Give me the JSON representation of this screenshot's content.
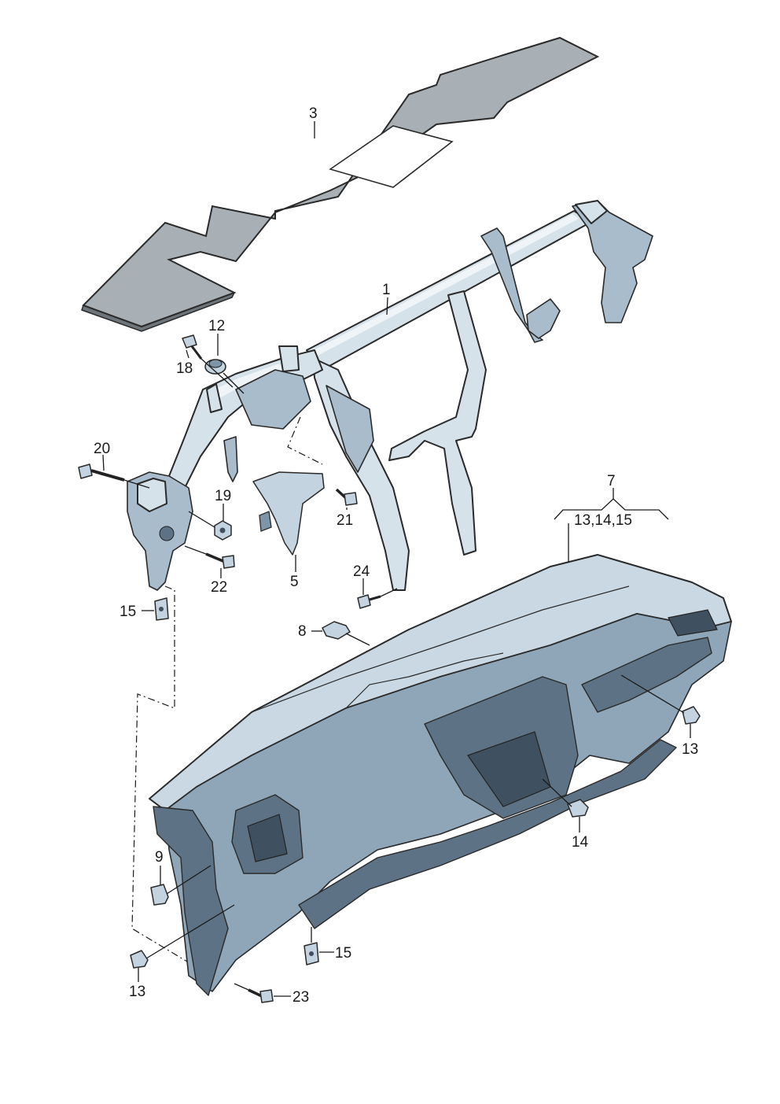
{
  "callouts": {
    "c1": "1",
    "c3": "3",
    "c5": "5",
    "c7": "7",
    "c7_sub": "13,14,15",
    "c8": "8",
    "c9": "9",
    "c12": "12",
    "c13_right": "13",
    "c13_left": "13",
    "c14": "14",
    "c15_upper": "15",
    "c15_lower": "15",
    "c18": "18",
    "c19": "19",
    "c20": "20",
    "c21": "21",
    "c22": "22",
    "c23": "23",
    "c24": "24"
  }
}
